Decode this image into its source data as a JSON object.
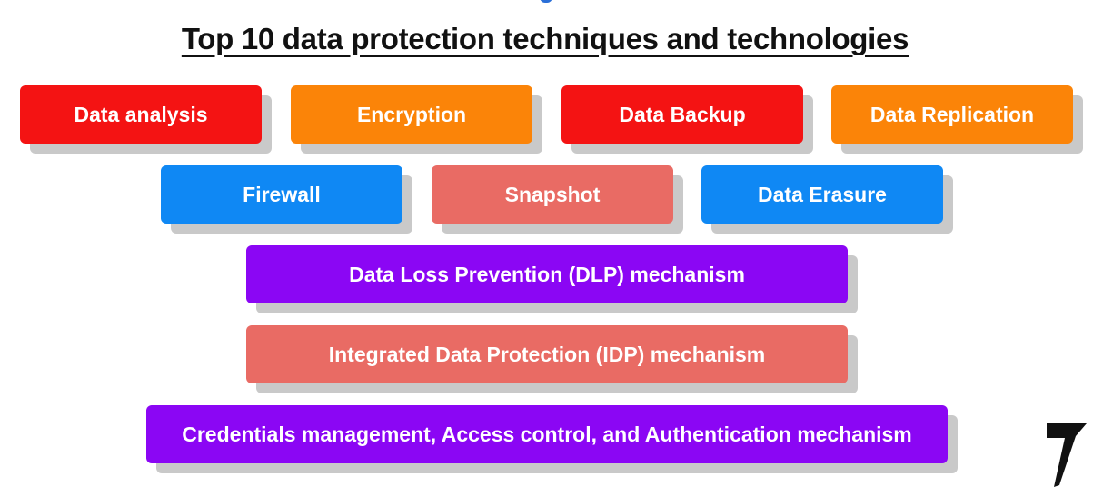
{
  "title": "Top 10 data protection techniques and technologies",
  "colors": {
    "red": "#f41313",
    "orange": "#fb8408",
    "blue": "#0f88f4",
    "salmon": "#e96b64",
    "purple": "#8b06f4",
    "shadow": "#c9c9c9"
  },
  "rows": [
    {
      "items": [
        {
          "label": "Data analysis",
          "color": "red"
        },
        {
          "label": "Encryption",
          "color": "orange"
        },
        {
          "label": "Data Backup",
          "color": "red"
        },
        {
          "label": "Data Replication",
          "color": "orange"
        }
      ]
    },
    {
      "items": [
        {
          "label": "Firewall",
          "color": "blue"
        },
        {
          "label": "Snapshot",
          "color": "salmon"
        },
        {
          "label": "Data Erasure",
          "color": "blue"
        }
      ]
    },
    {
      "items": [
        {
          "label": "Data Loss Prevention (DLP) mechanism",
          "color": "purple"
        }
      ]
    },
    {
      "items": [
        {
          "label": "Integrated Data Protection (IDP) mechanism",
          "color": "salmon"
        }
      ]
    },
    {
      "items": [
        {
          "label": "Credentials management, Access control, and Authentication mechanism",
          "color": "purple"
        }
      ]
    }
  ]
}
